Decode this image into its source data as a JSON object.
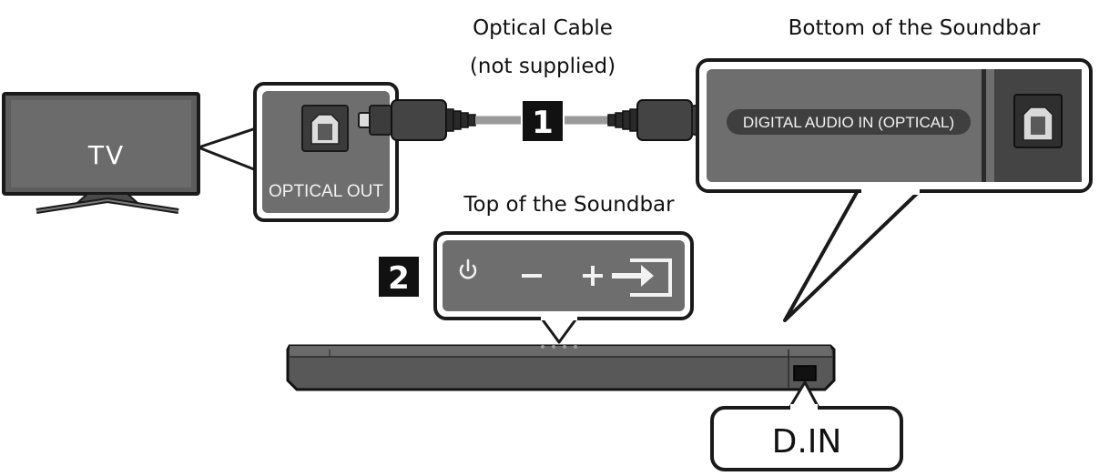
{
  "labels": {
    "optical_cable_line1": "Optical Cable",
    "optical_cable_line2": "(not supplied)",
    "bottom_of_soundbar": "Bottom of the Soundbar",
    "top_of_soundbar": "Top of the Soundbar",
    "tv": "TV",
    "optical_out": "OPTICAL OUT",
    "digital_audio_in": "DIGITAL AUDIO IN (OPTICAL)",
    "d_in": "D.IN"
  },
  "steps": {
    "step1": "1",
    "step2": "2"
  },
  "icons": {
    "power": "power-icon",
    "volume_down": "minus-icon",
    "volume_up": "plus-icon",
    "source": "source-input-icon",
    "optical_port": "optical-port-icon"
  },
  "colors": {
    "panel_gray": "#6e6e6e",
    "dark": "#3a3a3a",
    "outline": "#111111",
    "step_badge": "#111111"
  }
}
